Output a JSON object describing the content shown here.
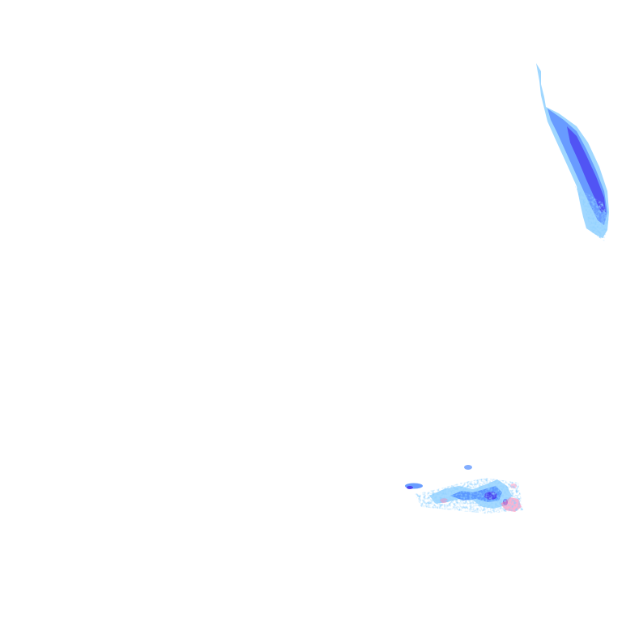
{
  "map": {
    "background_color": "#ffffff",
    "palette": {
      "light_precip": "#8fd0ff",
      "moderate_precip": "#4f8cff",
      "heavy_precip": "#4a3cf0",
      "mixed_precip": "#ff7fb0"
    },
    "echoes": [
      {
        "name": "northeast-rain-band",
        "intensity": "heavy"
      },
      {
        "name": "southern-scattered-cells",
        "intensity": "mixed"
      }
    ]
  }
}
